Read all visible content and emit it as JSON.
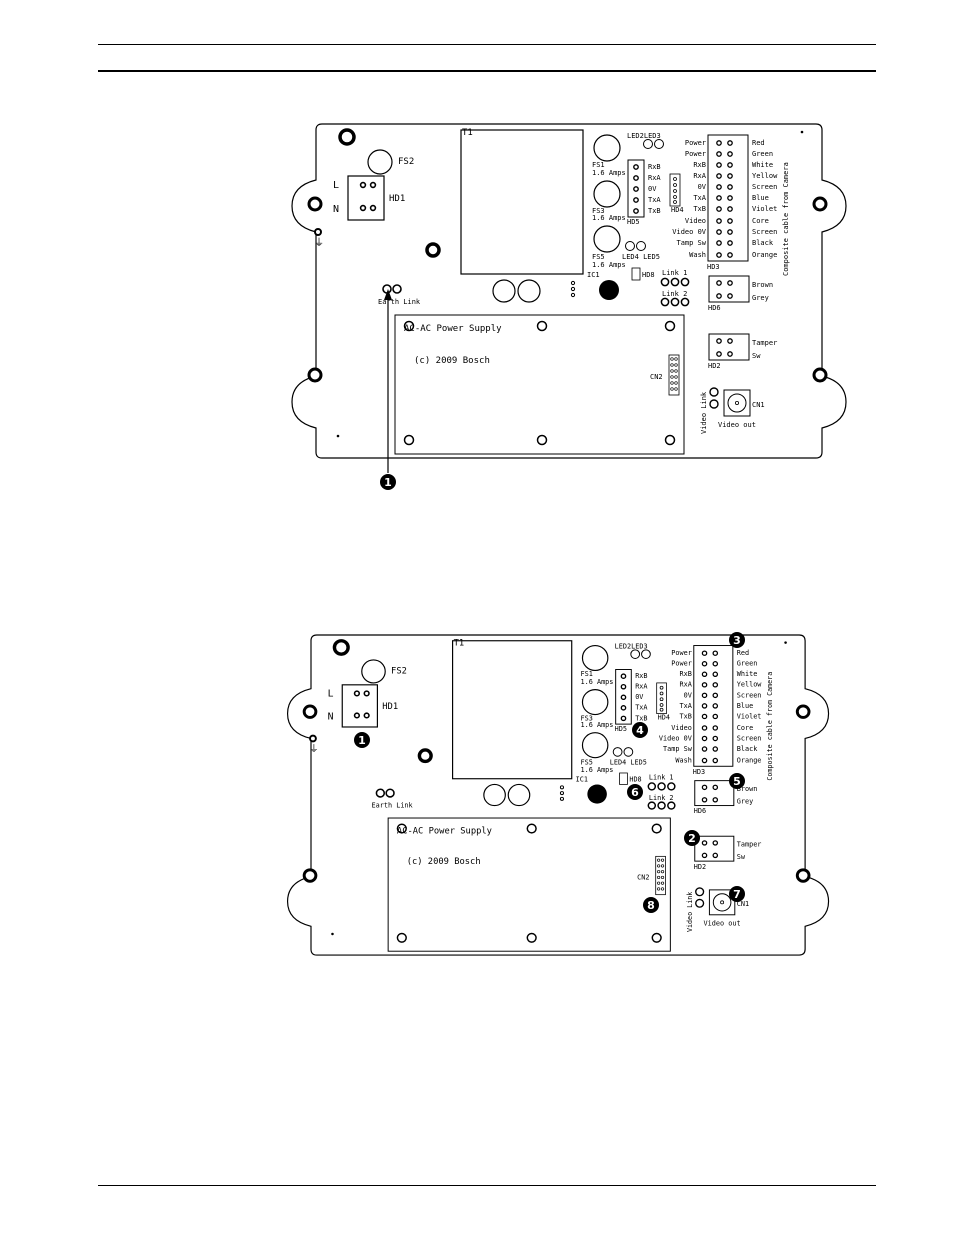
{
  "board": {
    "t1": "T1",
    "fs2": "FS2",
    "hd1": "HD1",
    "l": "L",
    "n": "N",
    "earth_symbol": "⏚",
    "earth_link": "Earth Link",
    "led23": "LED2LED3",
    "fs1": "FS1",
    "fs3": "FS3",
    "fs5": "FS5",
    "amps": "1.6 Amps",
    "hd5_pins": [
      "RxB",
      "RxA",
      "0V",
      "TxA",
      "TxB"
    ],
    "hd5": "HD5",
    "hd4": "HD4",
    "led45": "LED4 LED5",
    "ic1": "IC1",
    "hd8": "HD8",
    "link1": "Link 1",
    "link2": "Link 2",
    "hd3_left": [
      "Power",
      "Power",
      "RxB",
      "RxA",
      "0V",
      "TxA",
      "TxB",
      "Video",
      "Video 0V",
      "Tamp Sw",
      "Wash"
    ],
    "hd3_right": [
      "Red",
      "Green",
      "White",
      "Yellow",
      "Screen",
      "Blue",
      "Violet",
      "Core",
      "Screen",
      "Black",
      "Orange"
    ],
    "hd3": "HD3",
    "composite": "Composite cable from Camera",
    "hd6_labels": [
      "Brown",
      "Grey"
    ],
    "hd6": "HD6",
    "hd2_labels": [
      "Tamper",
      "Sw"
    ],
    "hd2": "HD2",
    "psu_title": "AC-AC Power Supply",
    "psu_copy": "(c) 2009 Bosch",
    "cn2": "CN2",
    "video_link": "Video Link",
    "cn1": "CN1",
    "video_out": "Video out"
  },
  "callouts_top": [
    "1"
  ],
  "callouts_bottom": [
    "1",
    "2",
    "3",
    "4",
    "5",
    "6",
    "7",
    "8"
  ]
}
